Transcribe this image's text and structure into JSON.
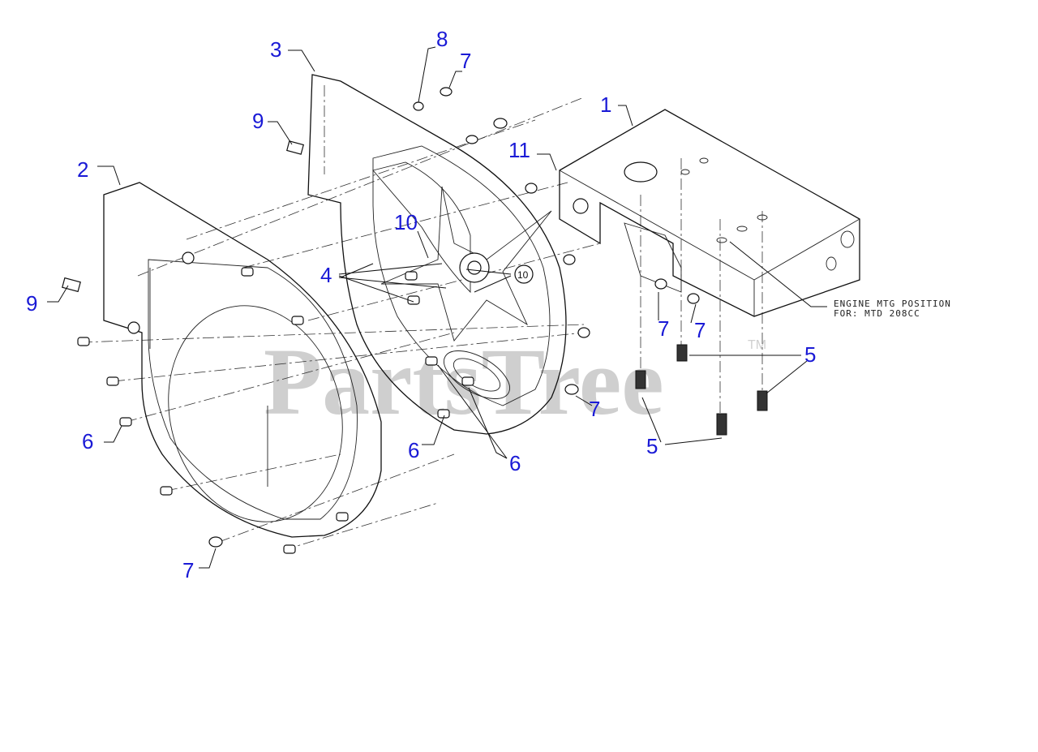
{
  "diagram": {
    "callouts": [
      {
        "id": "c1",
        "text": "1"
      },
      {
        "id": "c2",
        "text": "2"
      },
      {
        "id": "c3",
        "text": "3"
      },
      {
        "id": "c4",
        "text": "4"
      },
      {
        "id": "c5a",
        "text": "5"
      },
      {
        "id": "c5b",
        "text": "5"
      },
      {
        "id": "c6a",
        "text": "6"
      },
      {
        "id": "c6b",
        "text": "6"
      },
      {
        "id": "c6c",
        "text": "6"
      },
      {
        "id": "c7a",
        "text": "7"
      },
      {
        "id": "c7b",
        "text": "7"
      },
      {
        "id": "c7c",
        "text": "7"
      },
      {
        "id": "c7d",
        "text": "7"
      },
      {
        "id": "c7e",
        "text": "7"
      },
      {
        "id": "c8",
        "text": "8"
      },
      {
        "id": "c9a",
        "text": "9"
      },
      {
        "id": "c9b",
        "text": "9"
      },
      {
        "id": "c10",
        "text": "10"
      },
      {
        "id": "c11",
        "text": "11"
      },
      {
        "id": "c10small",
        "text": "10"
      }
    ],
    "note_line1": "ENGINE MTG POSITION",
    "note_line2": "FOR: MTD 208CC",
    "watermark": "PartsTree",
    "trademark": "TM"
  }
}
